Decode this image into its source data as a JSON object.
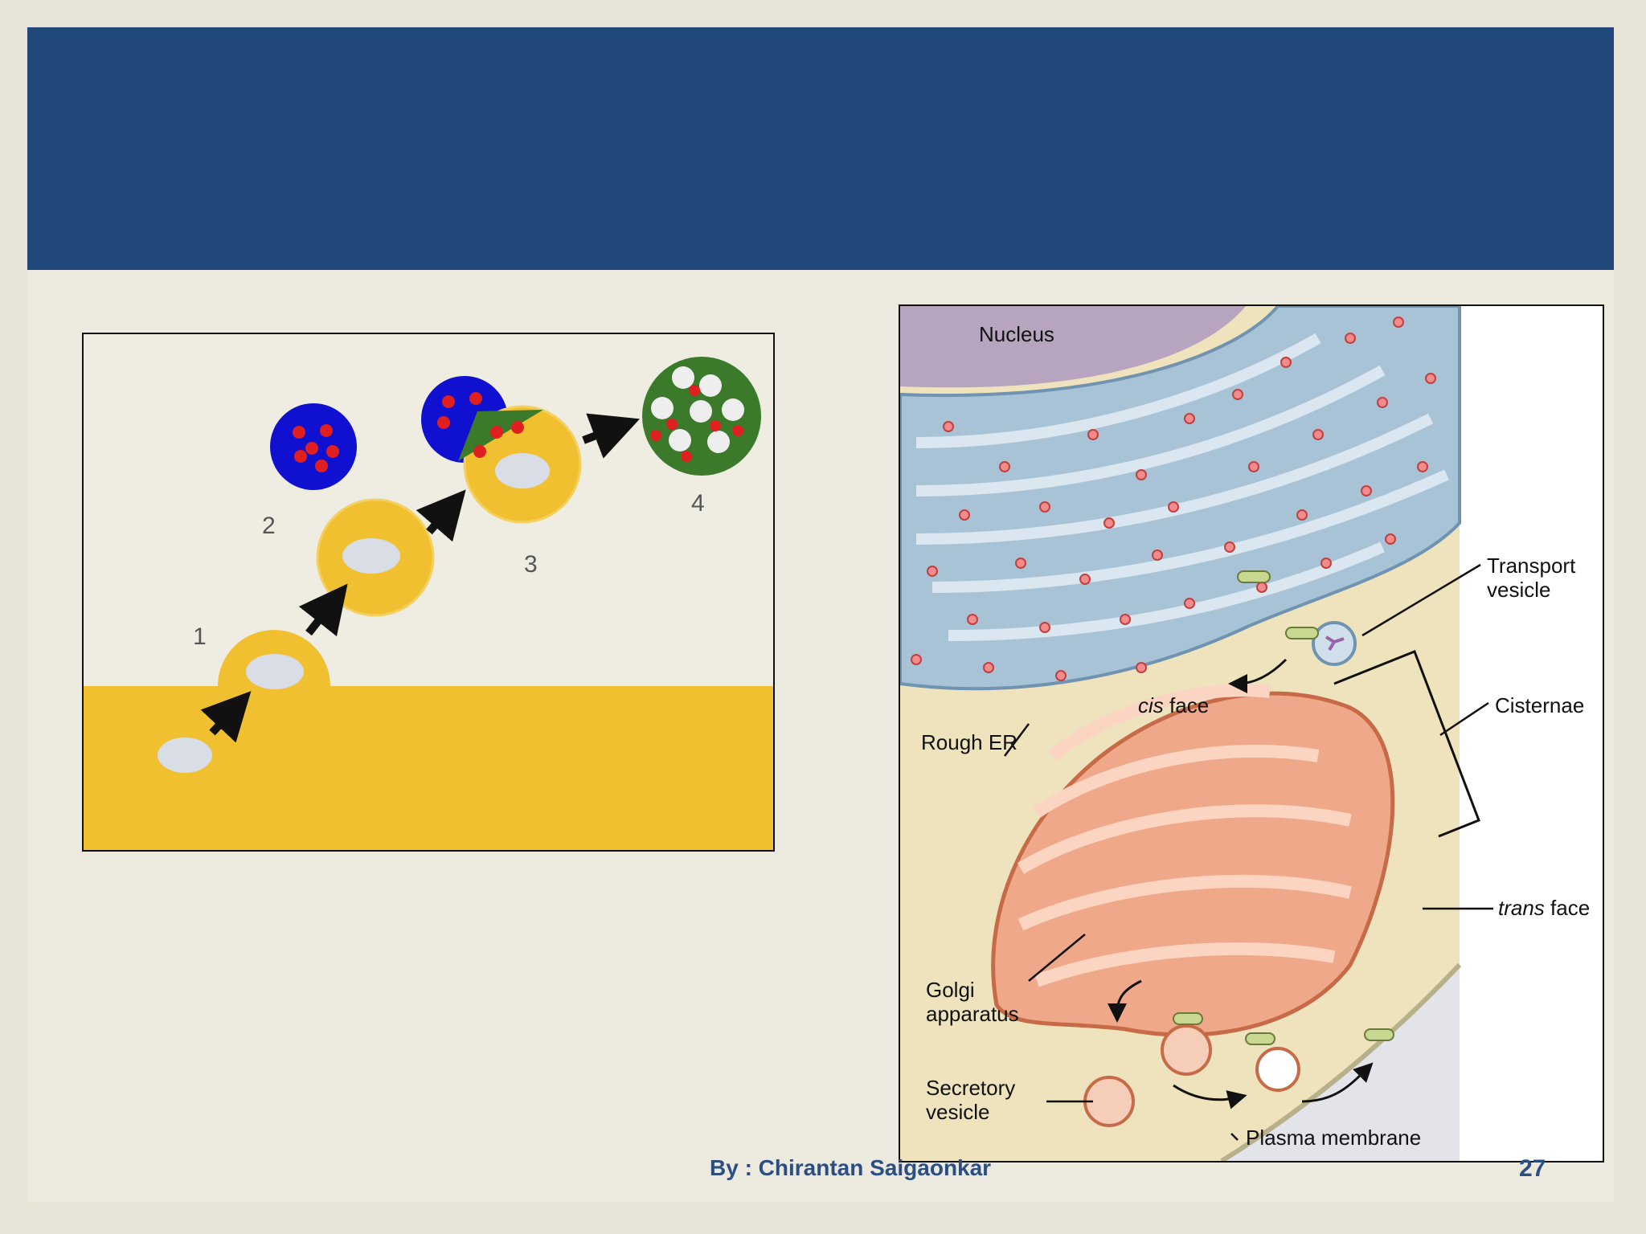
{
  "footer": {
    "author": "By : Chirantan Saigaonkar",
    "page_number": "27"
  },
  "phagocytosis_figure": {
    "step_labels": [
      "1",
      "2",
      "3",
      "4"
    ]
  },
  "golgi_figure": {
    "labels": {
      "nucleus": "Nucleus",
      "transport_vesicle_line1": "Transport",
      "transport_vesicle_line2": "vesicle",
      "cisternae": "Cisternae",
      "cis_face_italic": "cis",
      "cis_face_rest": " face",
      "rough_er": "Rough ER",
      "trans_face_italic": "trans",
      "trans_face_rest": " face",
      "golgi_line1": "Golgi",
      "golgi_line2": "apparatus",
      "secretory_line1": "Secretory",
      "secretory_line2": "vesicle",
      "plasma_membrane": "Plasma membrane"
    }
  },
  "colors": {
    "title_band": "#20487a",
    "cytoplasm_yellow": "#f0c030",
    "lysosome_blue": "#1010d0",
    "phagolysosome_green": "#3a7a2a",
    "er_blue": "#a9c3d6",
    "golgi_salmon": "#f0a88a",
    "footer_text": "#2b4f85"
  }
}
